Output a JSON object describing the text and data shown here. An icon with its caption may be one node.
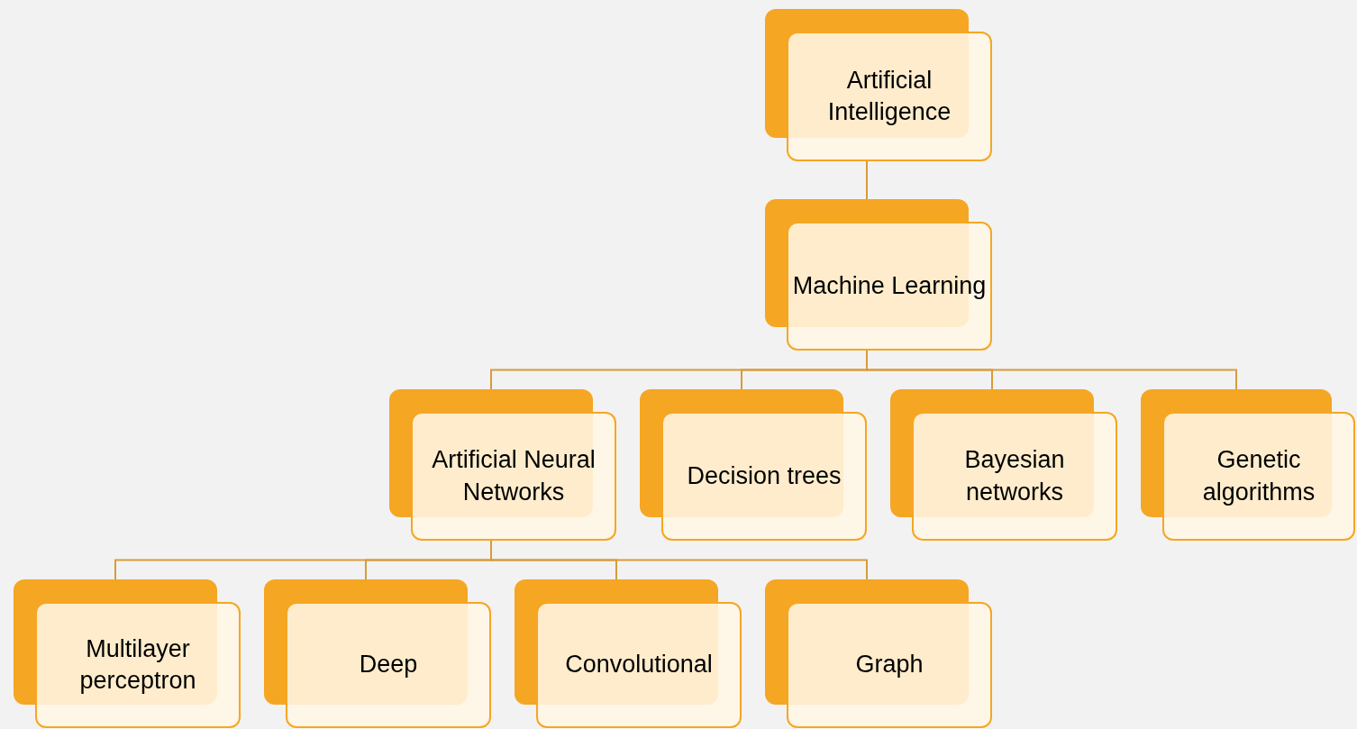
{
  "diagram": {
    "nodes": [
      {
        "text": [
          "Artificial Intelligence"
        ]
      },
      {
        "text": [
          "Machine Learning"
        ]
      },
      {
        "text": [
          "Artificial Neural Networks"
        ]
      },
      {
        "text": [
          "Decision trees"
        ]
      },
      {
        "text": [
          "Bayesian networks"
        ]
      },
      {
        "text": [
          "Genetic algorithms"
        ]
      },
      {
        "text": [
          "Multilayer perceptron"
        ]
      },
      {
        "text": [
          "Deep"
        ]
      },
      {
        "text": [
          "Convolutional"
        ]
      },
      {
        "text": [
          "Graph"
        ]
      }
    ],
    "edges": [
      {
        "from": 0,
        "to": 1,
        "arrow": "none"
      },
      {
        "from": 1,
        "to": 2,
        "arrow": "none"
      },
      {
        "from": 1,
        "to": 3,
        "arrow": "none"
      },
      {
        "from": 1,
        "to": 4,
        "arrow": "none"
      },
      {
        "from": 1,
        "to": 5,
        "arrow": "none"
      },
      {
        "from": 2,
        "to": 6,
        "arrow": "none"
      },
      {
        "from": 2,
        "to": 7,
        "arrow": "none"
      },
      {
        "from": 2,
        "to": 8,
        "arrow": "none"
      },
      {
        "from": 2,
        "to": 9,
        "arrow": "none"
      }
    ]
  }
}
